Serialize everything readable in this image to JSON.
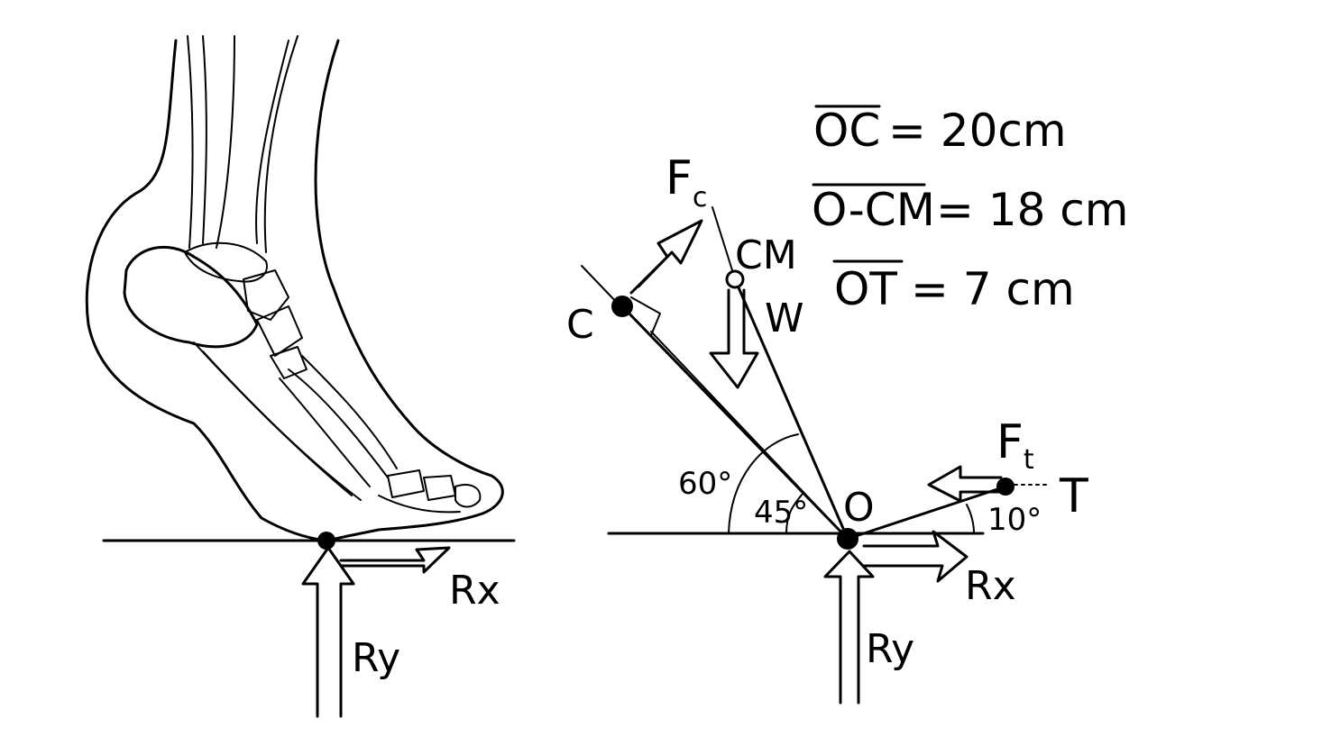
{
  "left_figure": {
    "labels": {
      "rx": "Rx",
      "ry": "Ry"
    }
  },
  "right_figure": {
    "labels": {
      "fc_main": "F",
      "fc_sub": "c",
      "cm": "CM",
      "c": "C",
      "w": "W",
      "ft_main": "F",
      "ft_sub": "t",
      "t": "T",
      "o": "O",
      "rx": "Rx",
      "ry": "Ry"
    },
    "angles": {
      "a60": "60°",
      "a45": "45°",
      "a10": "10°"
    }
  },
  "measurements": [
    {
      "segment": "OC",
      "rest": "= 20cm"
    },
    {
      "segment": "O-CM",
      "rest": "= 18 cm"
    },
    {
      "segment": "OT",
      "rest": "= 7 cm"
    }
  ]
}
